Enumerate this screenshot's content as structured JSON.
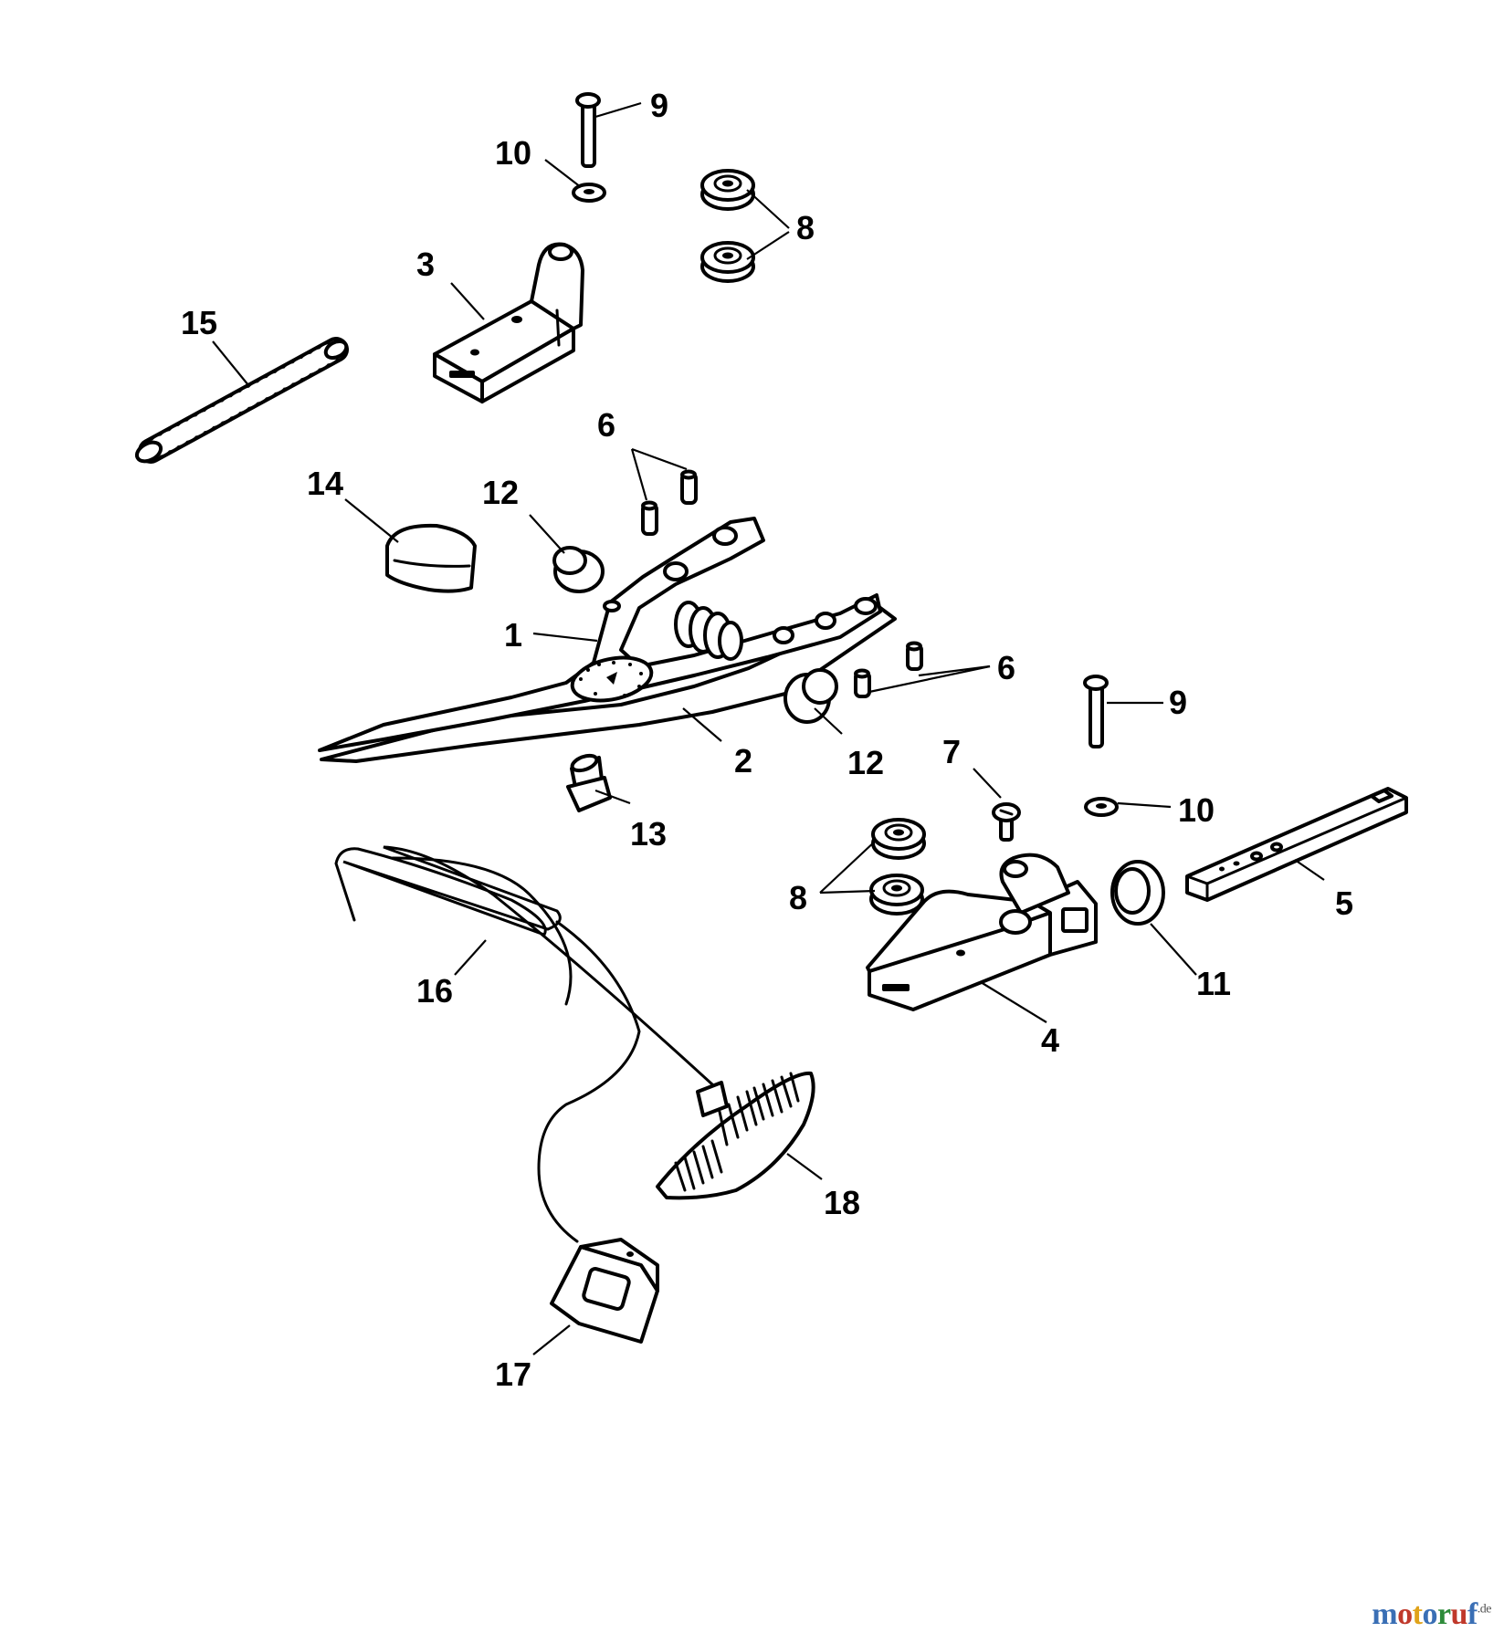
{
  "diagram": {
    "callouts": {
      "c1": "1",
      "c2": "2",
      "c3": "3",
      "c4": "4",
      "c5": "5",
      "c6a": "6",
      "c6b": "6",
      "c7": "7",
      "c8a": "8",
      "c8b": "8",
      "c9a": "9",
      "c9b": "9",
      "c10a": "10",
      "c10b": "10",
      "c11": "11",
      "c12a": "12",
      "c12b": "12",
      "c13": "13",
      "c14": "14",
      "c15": "15",
      "c16": "16",
      "c17": "17",
      "c18": "18"
    }
  },
  "watermark": {
    "letters": [
      "m",
      "o",
      "t",
      "o",
      "r",
      "u",
      "f"
    ],
    "letter_colors": [
      "#3a6fb5",
      "#c0392b",
      "#e0a31a",
      "#3a6fb5",
      "#2e8b3a",
      "#c0392b",
      "#3a6fb5"
    ],
    "suffix": ".de"
  }
}
